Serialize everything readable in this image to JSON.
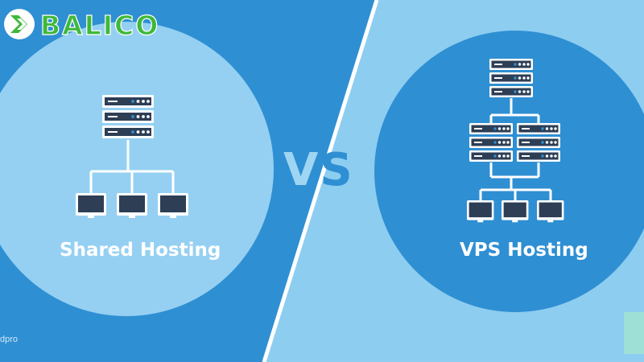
{
  "logo": {
    "text": "BALICO",
    "icon": "arrow-leaf-logo-icon"
  },
  "left": {
    "title": "Shared Hosting",
    "icons": [
      "server-stack-icon",
      "monitor-icon",
      "monitor-icon",
      "monitor-icon"
    ]
  },
  "divider": {
    "text_v": "V",
    "text_s": "S"
  },
  "right": {
    "title": "VPS Hosting",
    "icons": [
      "server-stack-icon",
      "server-stack-icon",
      "server-stack-icon",
      "monitor-icon",
      "monitor-icon",
      "monitor-icon"
    ]
  },
  "watermark": "dpro",
  "colors": {
    "dark_blue": "#2f8fd3",
    "light_blue": "#8dcdf0",
    "circle_light": "#95d0f2",
    "logo_green": "#3fb83b",
    "server_dark": "#2d3e55",
    "dot_blue": "#2f8fd3"
  }
}
